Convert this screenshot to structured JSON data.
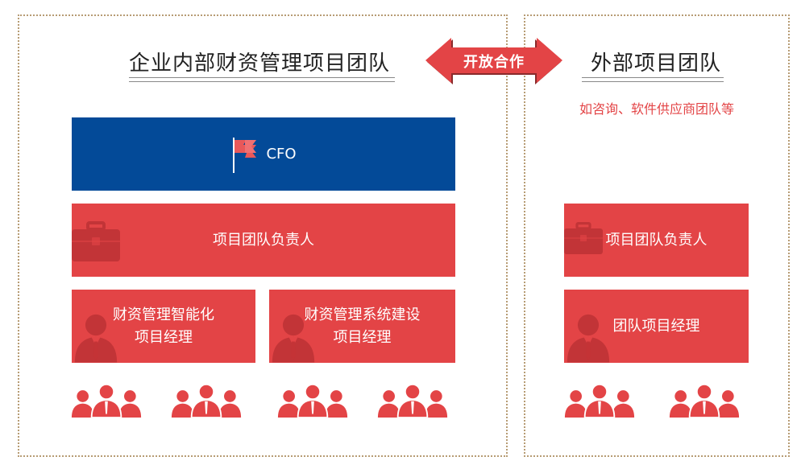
{
  "left": {
    "title": "企业内部财资管理项目团队",
    "cfo_label": "CFO",
    "lead_label": "项目团队负责人",
    "pm1_line1": "财资管理智能化",
    "pm1_line2": "项目经理",
    "pm2_line1": "财资管理系统建设",
    "pm2_line2": "项目经理"
  },
  "connector": {
    "label": "开放合作"
  },
  "right": {
    "title": "外部项目团队",
    "subtitle": "如咨询、软件供应商团队等",
    "lead_label": "项目团队负责人",
    "pm_label": "团队项目经理"
  },
  "colors": {
    "red": "#e34446",
    "blue": "#034a98",
    "border": "#b79c74"
  },
  "icons": [
    "flag-icon",
    "briefcase-icon",
    "person-icon",
    "people-group-icon"
  ]
}
